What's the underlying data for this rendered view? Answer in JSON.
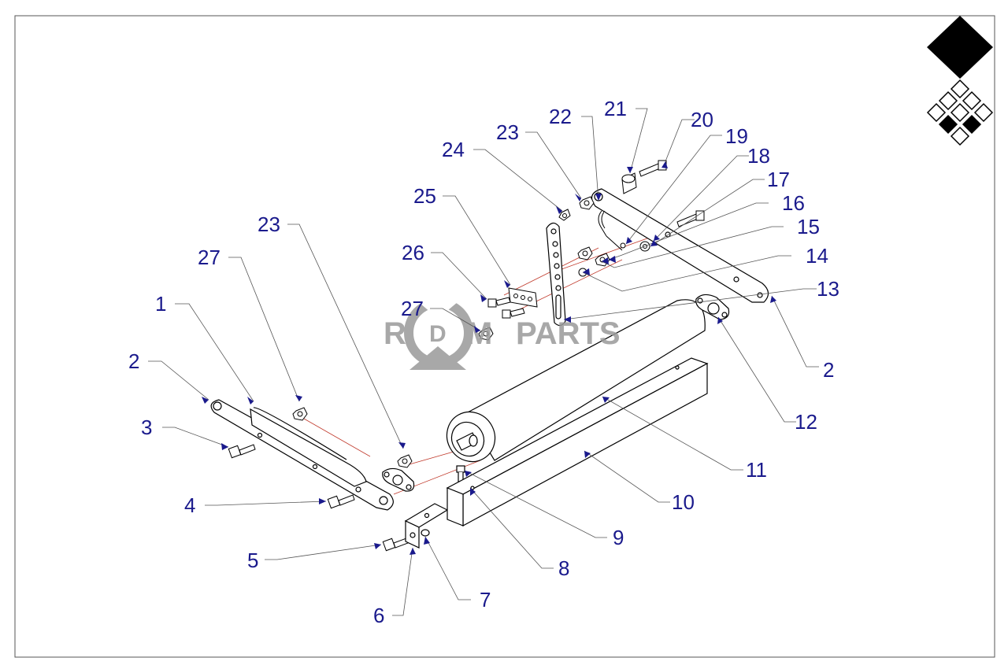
{
  "watermark": {
    "r": "R",
    "d": "D",
    "m": "M",
    "parts": "PARTS"
  },
  "callouts": [
    "1",
    "2",
    "3",
    "4",
    "5",
    "6",
    "7",
    "8",
    "9",
    "10",
    "11",
    "12",
    "13",
    "14",
    "15",
    "16",
    "17",
    "18",
    "19",
    "20",
    "21",
    "22",
    "23",
    "23",
    "24",
    "25",
    "26",
    "27",
    "27",
    "2"
  ],
  "colors": {
    "callout": "#1a1a8c",
    "line": "#000000",
    "red_guide": "#c0392b",
    "watermark": "#9a9a9a"
  }
}
